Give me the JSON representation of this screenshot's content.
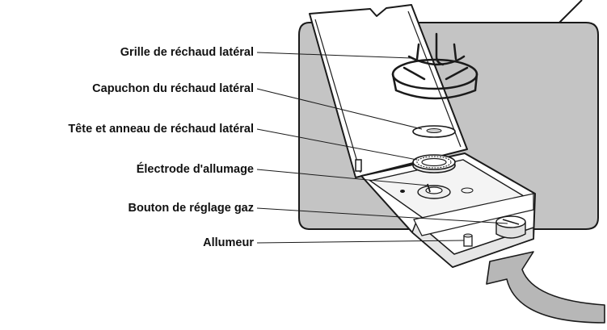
{
  "labels": [
    "Grille de réchaud latéral",
    "Capuchon du réchaud latéral",
    "Tête et anneau de réchaud latéral",
    "Électrode d'allumage",
    "Bouton de réglage gaz",
    "Allumeur"
  ],
  "colors": {
    "panel": "#c4c4c4",
    "panel_edge": "#1a1a1a",
    "lid": "#ffffff",
    "arrow": "#b7b7b7",
    "line": "#1a1a1a"
  }
}
